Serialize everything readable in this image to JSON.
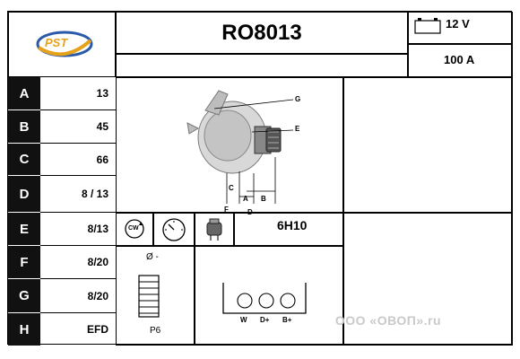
{
  "logo_text": "PST",
  "part_number": "RO8013",
  "voltage": "12 V",
  "current": "100 A",
  "rows": [
    {
      "label": "A",
      "value": "13"
    },
    {
      "label": "B",
      "value": "45"
    },
    {
      "label": "C",
      "value": "66"
    },
    {
      "label": "D",
      "value": "8 / 13"
    },
    {
      "label": "E",
      "value": "8/13"
    },
    {
      "label": "F",
      "value": "8/20"
    },
    {
      "label": "G",
      "value": "8/20"
    },
    {
      "label": "H",
      "value": "EFD"
    }
  ],
  "diagram_labels": {
    "g": "G",
    "e": "E",
    "c": "C",
    "a": "A",
    "b": "B",
    "f": "F",
    "d": "D"
  },
  "rotation_label": "CW",
  "regulator_code": "6H10",
  "pulley": {
    "diameter_label": "Ø -",
    "type": "P6"
  },
  "terminals": {
    "w": "W",
    "d_plus": "D+",
    "b_plus": "B+"
  },
  "watermark": "ООО «ОВОП».ru"
}
